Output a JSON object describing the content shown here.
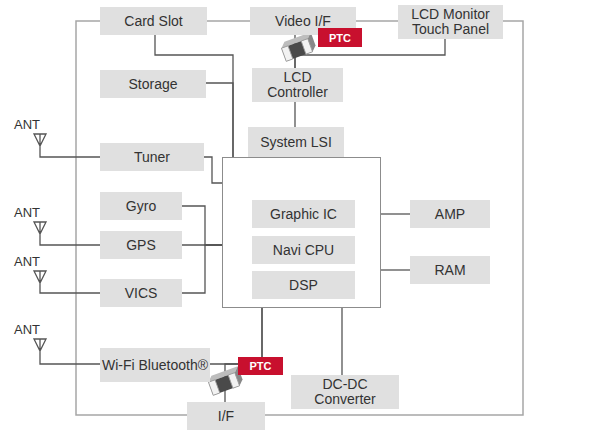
{
  "diagram": {
    "nodes": [
      {
        "text": [
          "Card Slot"
        ]
      },
      {
        "text": [
          "Video I/F"
        ]
      },
      {
        "text": [
          "LCD Monitor Touch Panel"
        ]
      },
      {
        "text": [
          "Storage"
        ]
      },
      {
        "text": [
          "LCD Controller"
        ]
      },
      {
        "text": [
          "Tuner"
        ]
      },
      {
        "text": [
          "System LSI"
        ]
      },
      {
        "text": [
          "Graphic IC"
        ],
        "in": 6
      },
      {
        "text": [
          "Navi CPU"
        ],
        "in": 6
      },
      {
        "text": [
          "DSP"
        ],
        "in": 6
      },
      {
        "text": [
          "Gyro"
        ]
      },
      {
        "text": [
          "AMP"
        ]
      },
      {
        "text": [
          "GPS"
        ]
      },
      {
        "text": [
          "RAM"
        ]
      },
      {
        "text": [
          "VICS"
        ]
      },
      {
        "text": [
          "Wi-Fi Bluetooth®"
        ]
      },
      {
        "text": [
          "DC-DC Converter"
        ]
      },
      {
        "text": [
          "I/F"
        ]
      }
    ],
    "edges": [
      {
        "from": 0,
        "to": 6,
        "arrow": "none"
      },
      {
        "from": 3,
        "to": 6,
        "arrow": "none"
      },
      {
        "from": 1,
        "to": 4,
        "arrow": "none"
      },
      {
        "from": 2,
        "to": 4,
        "arrow": "none"
      },
      {
        "from": 4,
        "to": 6,
        "arrow": "none"
      },
      {
        "from": 5,
        "to": 6,
        "arrow": "none"
      },
      {
        "from": 10,
        "to": 6,
        "arrow": "none"
      },
      {
        "from": 12,
        "to": 6,
        "arrow": "none"
      },
      {
        "from": 14,
        "to": 6,
        "arrow": "none"
      },
      {
        "from": 11,
        "to": 6,
        "arrow": "none"
      },
      {
        "from": 13,
        "to": 6,
        "arrow": "none"
      },
      {
        "from": 15,
        "to": 6,
        "arrow": "none"
      },
      {
        "from": 17,
        "to": 6,
        "arrow": "none"
      },
      {
        "from": 16,
        "to": 6,
        "arrow": "none"
      }
    ],
    "labels": [
      "ANT",
      "ANT",
      "ANT",
      "ANT",
      "PTC",
      "PTC"
    ]
  }
}
